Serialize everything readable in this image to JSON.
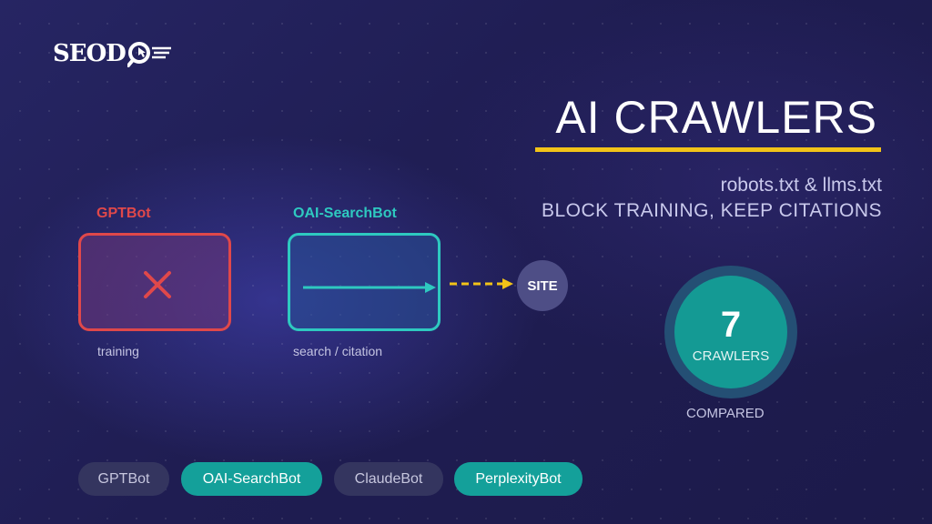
{
  "brand": {
    "logo_text": "SEOD"
  },
  "header": {
    "title": "AI CRAWLERS",
    "subtitle_line1": "robots.txt & llms.txt",
    "subtitle_line2": "BLOCK TRAINING, KEEP CITATIONS"
  },
  "diagram": {
    "gptbot": {
      "label": "GPTBot",
      "caption": "training",
      "color": "#e0484a",
      "status": "blocked"
    },
    "oai_searchbot": {
      "label": "OAI-SearchBot",
      "caption": "search / citation",
      "color": "#2ec9c0",
      "status": "allowed"
    },
    "site_label": "SITE",
    "arrow_color": "#f2c318"
  },
  "stat": {
    "value": "7",
    "label": "CRAWLERS",
    "sublabel": "COMPARED"
  },
  "chips": [
    {
      "label": "GPTBot",
      "style": "dark"
    },
    {
      "label": "OAI-SearchBot",
      "style": "teal"
    },
    {
      "label": "ClaudeBot",
      "style": "dark"
    },
    {
      "label": "PerplexityBot",
      "style": "teal"
    }
  ],
  "colors": {
    "accent_yellow": "#f2c318",
    "teal": "#14a09a",
    "red": "#e0484a",
    "background": "#1f1d52"
  }
}
